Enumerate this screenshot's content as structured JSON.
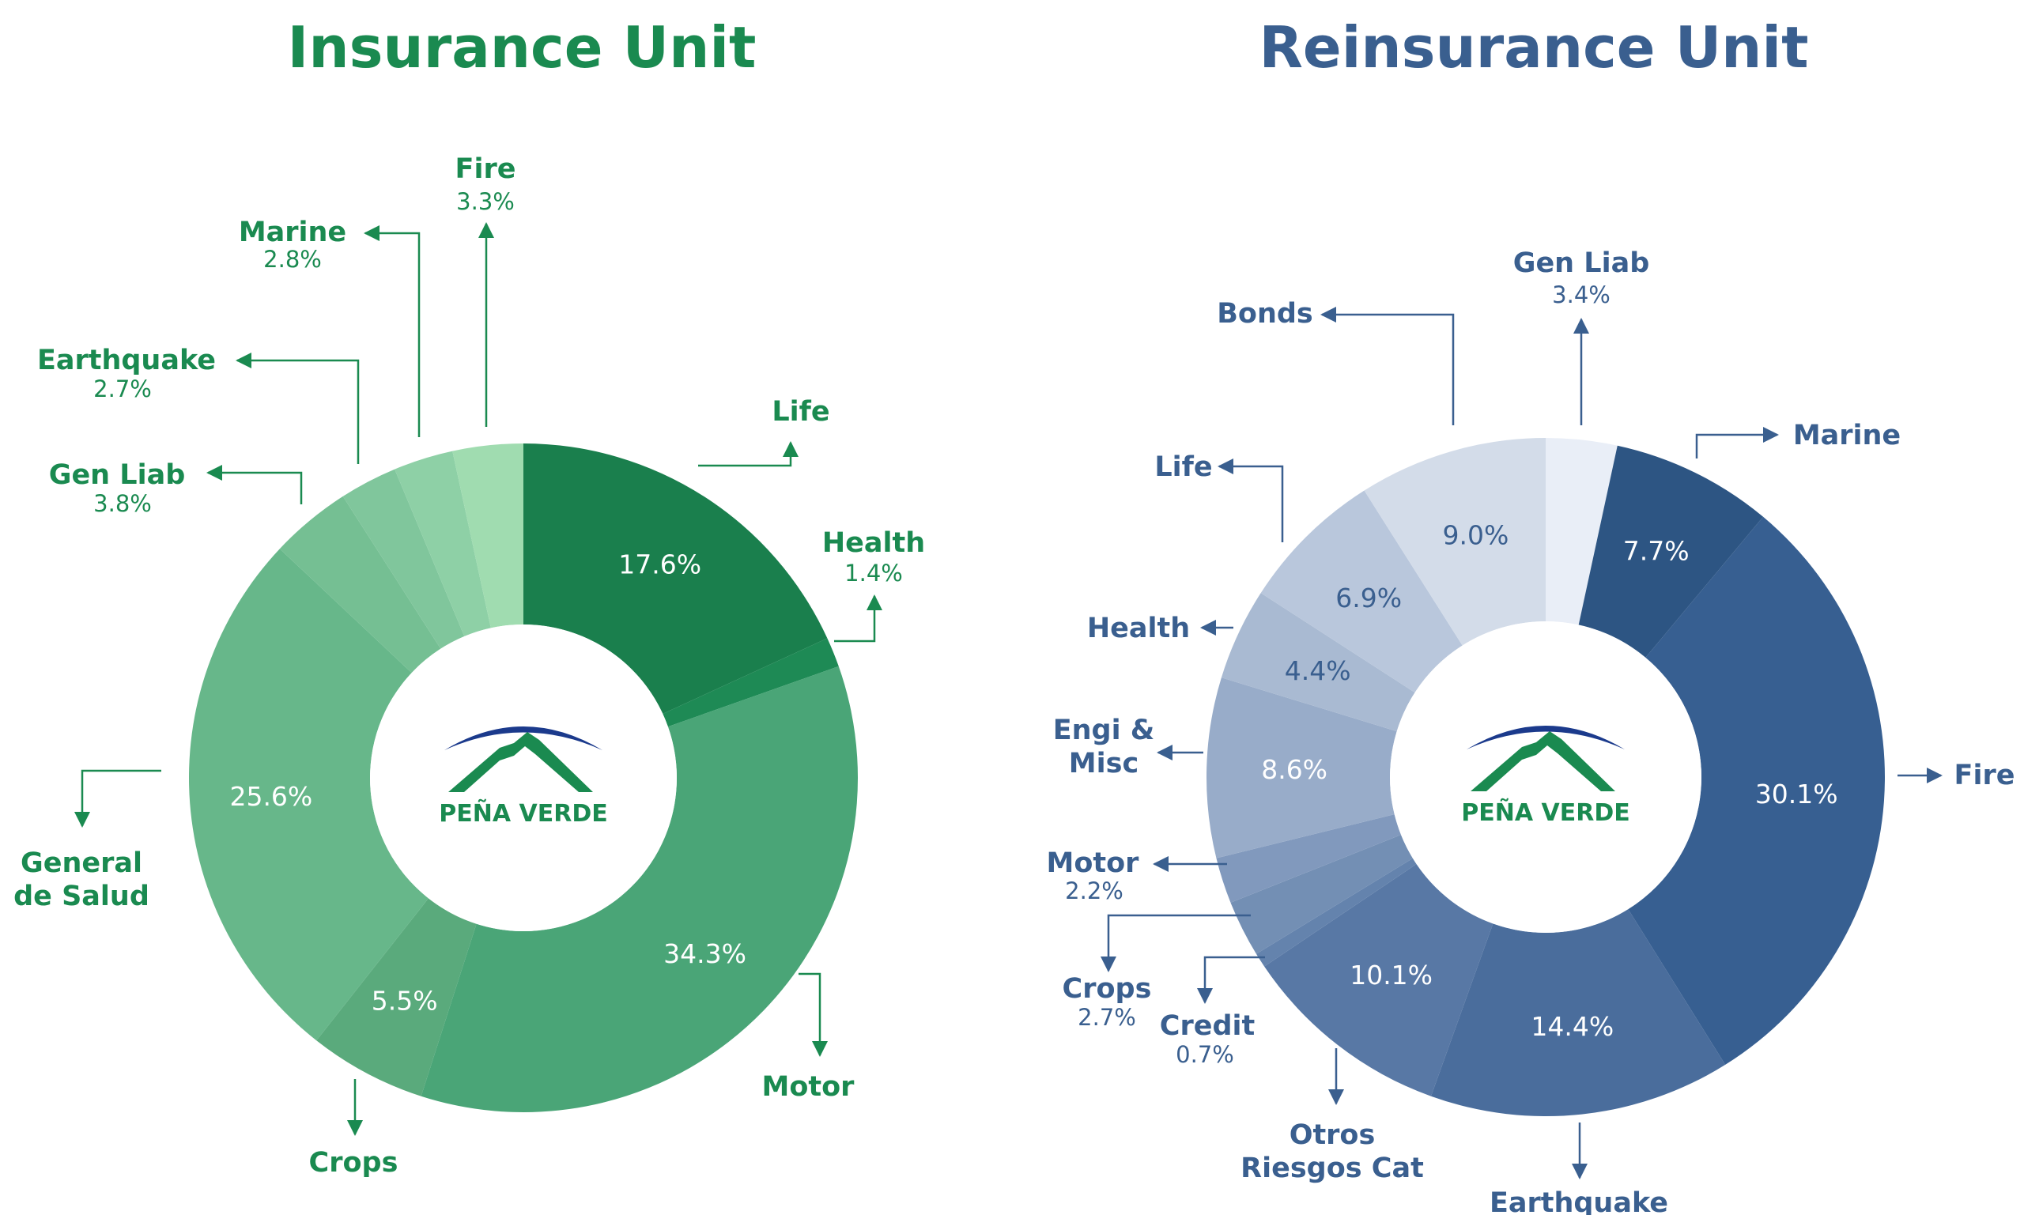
{
  "titles": {
    "insurance": "Insurance Unit",
    "reinsurance": "Reinsurance Unit"
  },
  "logo": {
    "text": "PEÑA VERDE",
    "arc_color": "#1b3a8c",
    "mountain_color": "#1a8a50"
  },
  "colors": {
    "insurance_text": "#1a8a50",
    "reinsurance_text": "#3a5f8f",
    "inner_label_dark": "#3a5f8f",
    "inner_label_light": "#ffffff"
  },
  "chart_data": [
    {
      "type": "pie",
      "title": "Insurance Unit",
      "donut": true,
      "slices": [
        {
          "name": "Life",
          "value": 17.6,
          "display": "17.6%",
          "show_value_in_label": false,
          "inner_label": "17.6%",
          "color": "#1a7f4d"
        },
        {
          "name": "Health",
          "value": 1.4,
          "display": "1.4%",
          "show_value_in_label": true,
          "inner_label": "",
          "color": "#1e8a55"
        },
        {
          "name": "Motor",
          "value": 34.3,
          "display": "34.3%",
          "show_value_in_label": false,
          "inner_label": "34.3%",
          "color": "#4aa577"
        },
        {
          "name": "Crops",
          "value": 5.5,
          "display": "5.5%",
          "show_value_in_label": false,
          "inner_label": "5.5%",
          "color": "#5aaa7c"
        },
        {
          "name": "General de Salud",
          "value": 25.6,
          "display": "25.6%",
          "show_value_in_label": false,
          "inner_label": "25.6%",
          "color": "#67b78a"
        },
        {
          "name": "Gen Liab",
          "value": 3.8,
          "display": "3.8%",
          "show_value_in_label": true,
          "inner_label": "",
          "color": "#75bf93"
        },
        {
          "name": "Earthquake",
          "value": 2.7,
          "display": "2.7%",
          "show_value_in_label": true,
          "inner_label": "",
          "color": "#80c69c"
        },
        {
          "name": "Marine",
          "value": 2.8,
          "display": "2.8%",
          "show_value_in_label": true,
          "inner_label": "",
          "color": "#8ed0a6"
        },
        {
          "name": "Fire",
          "value": 3.3,
          "display": "3.3%",
          "show_value_in_label": true,
          "inner_label": "",
          "color": "#a0dcb0"
        }
      ]
    },
    {
      "type": "pie",
      "title": "Reinsurance Unit",
      "donut": true,
      "slices": [
        {
          "name": "Gen Liab",
          "value": 3.4,
          "display": "3.4%",
          "show_value_in_label": true,
          "inner_label": "",
          "color": "#e9eef7"
        },
        {
          "name": "Marine",
          "value": 7.7,
          "display": "7.7%",
          "show_value_in_label": false,
          "inner_label": "7.7%",
          "color": "#2d5583"
        },
        {
          "name": "Fire",
          "value": 30.1,
          "display": "30.1%",
          "show_value_in_label": false,
          "inner_label": "30.1%",
          "color": "#375f91"
        },
        {
          "name": "Earthquake",
          "value": 14.4,
          "display": "14.4%",
          "show_value_in_label": false,
          "inner_label": "14.4%",
          "color": "#4a6d9c"
        },
        {
          "name": "Otros Riesgos Cat",
          "value": 10.1,
          "display": "10.1%",
          "show_value_in_label": false,
          "inner_label": "10.1%",
          "color": "#5878a5"
        },
        {
          "name": "Credit",
          "value": 0.7,
          "display": "0.7%",
          "show_value_in_label": true,
          "inner_label": "",
          "color": "#6483ad"
        },
        {
          "name": "Crops",
          "value": 2.7,
          "display": "2.7%",
          "show_value_in_label": true,
          "inner_label": "",
          "color": "#738fb4"
        },
        {
          "name": "Motor",
          "value": 2.2,
          "display": "2.2%",
          "show_value_in_label": true,
          "inner_label": "",
          "color": "#8199bd"
        },
        {
          "name": "Engi & Misc",
          "value": 8.6,
          "display": "8.6%",
          "show_value_in_label": false,
          "inner_label": "8.6%",
          "color": "#98acc9"
        },
        {
          "name": "Health",
          "value": 4.4,
          "display": "4.4%",
          "show_value_in_label": false,
          "inner_label": "4.4%",
          "color": "#a9bad2"
        },
        {
          "name": "Life",
          "value": 6.9,
          "display": "6.9%",
          "show_value_in_label": false,
          "inner_label": "6.9%",
          "color": "#b9c7dc"
        },
        {
          "name": "Bonds",
          "value": 9.0,
          "display": "9.0%",
          "show_value_in_label": false,
          "inner_label": "9.0%",
          "color": "#d3dce9"
        }
      ]
    }
  ]
}
